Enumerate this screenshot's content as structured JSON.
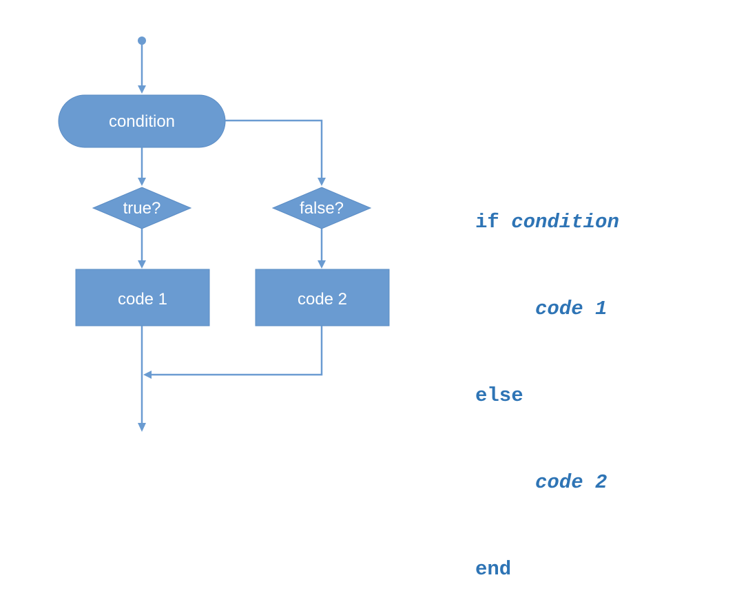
{
  "flowchart": {
    "nodes": {
      "condition": "condition",
      "true_check": "true?",
      "false_check": "false?",
      "code1": "code 1",
      "code2": "code 2"
    }
  },
  "code": {
    "if_keyword": "if",
    "condition": "condition",
    "code1": "code 1",
    "else_keyword": "else",
    "code2": "code 2",
    "end_keyword": "end"
  },
  "colors": {
    "shape_fill": "#6a9bd1",
    "code_text": "#2e74b5"
  }
}
